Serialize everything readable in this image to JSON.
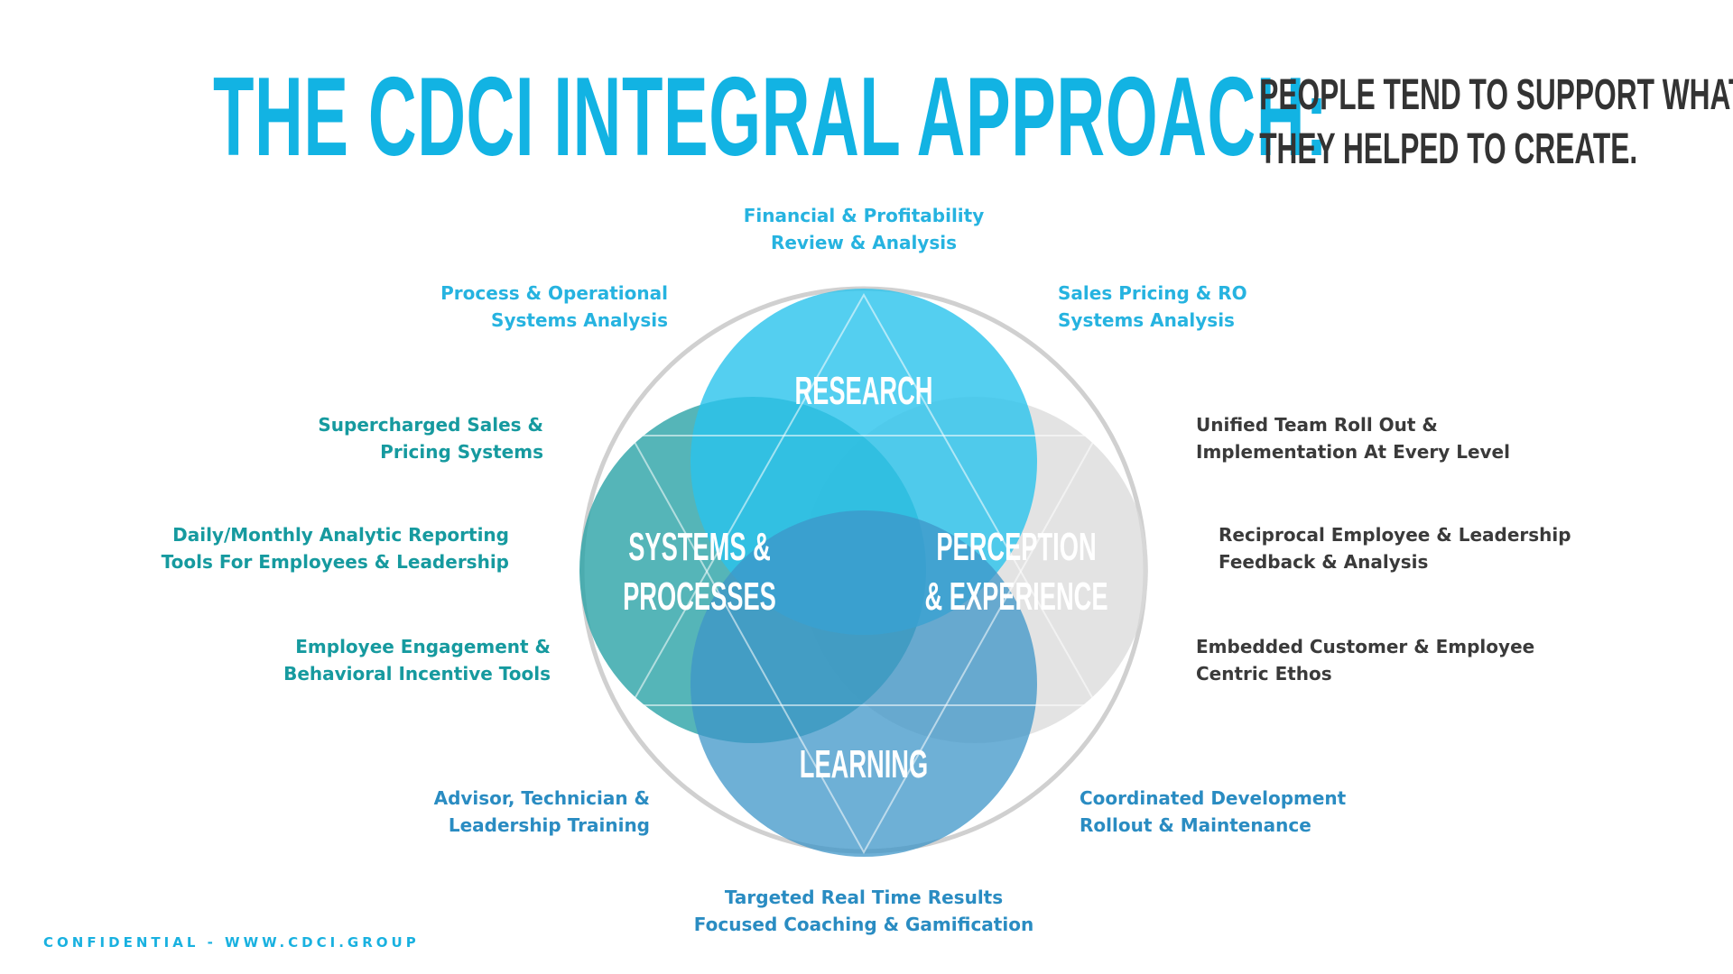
{
  "title": "THE CDCI INTEGRAL APPROACH:",
  "tagline": [
    "PEOPLE TEND TO SUPPORT WHAT",
    "THEY HELPED TO CREATE."
  ],
  "circles": {
    "research": {
      "label": "RESEARCH",
      "color": "#29c3ec"
    },
    "systems": {
      "label_lines": [
        "SYSTEMS &",
        "PROCESSES"
      ],
      "color": "#2aa3a6"
    },
    "perception": {
      "label_lines": [
        "PERCEPTION",
        "& EXPERIENCE"
      ],
      "color": "#d9d9d9"
    },
    "learning": {
      "label": "LEARNING",
      "color": "#3d95c8"
    }
  },
  "labels": {
    "financial": [
      "Financial & Profitability",
      "Review & Analysis"
    ],
    "process": [
      "Process & Operational",
      "Systems Analysis"
    ],
    "sales_pricing": [
      "Sales Pricing & RO",
      "Systems Analysis"
    ],
    "supercharged": [
      "Supercharged Sales &",
      "Pricing Systems"
    ],
    "daily_monthly": [
      "Daily/Monthly Analytic Reporting",
      "Tools For Employees & Leadership"
    ],
    "engagement": [
      "Employee Engagement &",
      "Behavioral Incentive Tools"
    ],
    "unified": [
      "Unified Team Roll Out &",
      "Implementation At Every Level"
    ],
    "reciprocal": [
      "Reciprocal Employee & Leadership",
      "Feedback & Analysis"
    ],
    "embedded": [
      "Embedded Customer & Employee",
      "Centric Ethos"
    ],
    "advisor": [
      "Advisor, Technician &",
      "Leadership Training"
    ],
    "coordinated": [
      "Coordinated Development",
      "Rollout & Maintenance"
    ],
    "targeted": [
      "Targeted Real Time Results",
      "Focused Coaching & Gamification"
    ]
  },
  "footer": "CONFIDENTIAL  -  WWW.CDCI.GROUP"
}
